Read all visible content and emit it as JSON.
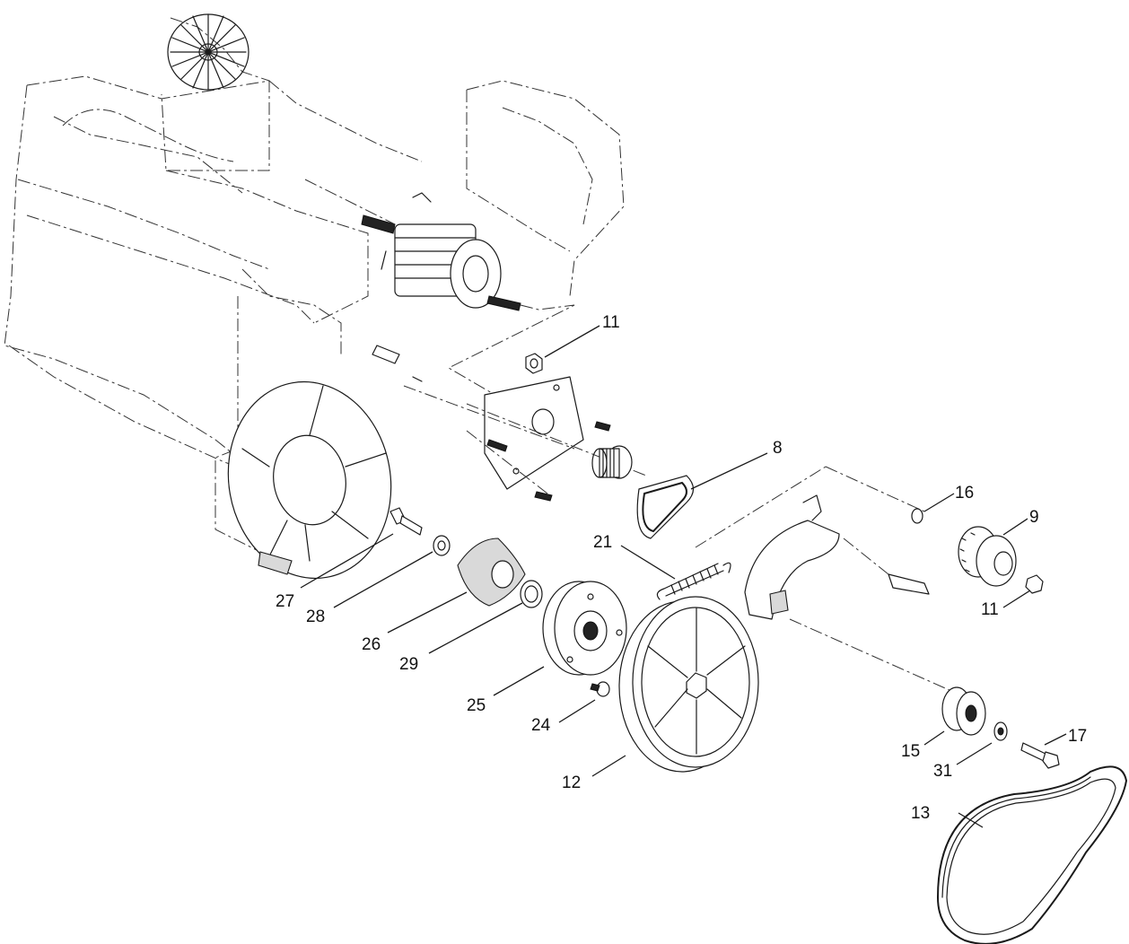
{
  "callouts": [
    {
      "id": "11a",
      "text": "11"
    },
    {
      "id": "8",
      "text": "8"
    },
    {
      "id": "16",
      "text": "16"
    },
    {
      "id": "9",
      "text": "9"
    },
    {
      "id": "11b",
      "text": "11"
    },
    {
      "id": "21",
      "text": "21"
    },
    {
      "id": "27",
      "text": "27"
    },
    {
      "id": "28",
      "text": "28"
    },
    {
      "id": "26",
      "text": "26"
    },
    {
      "id": "29",
      "text": "29"
    },
    {
      "id": "25",
      "text": "25"
    },
    {
      "id": "24",
      "text": "24"
    },
    {
      "id": "12",
      "text": "12"
    },
    {
      "id": "15",
      "text": "15"
    },
    {
      "id": "31",
      "text": "31"
    },
    {
      "id": "17",
      "text": "17"
    },
    {
      "id": "13",
      "text": "13"
    }
  ]
}
